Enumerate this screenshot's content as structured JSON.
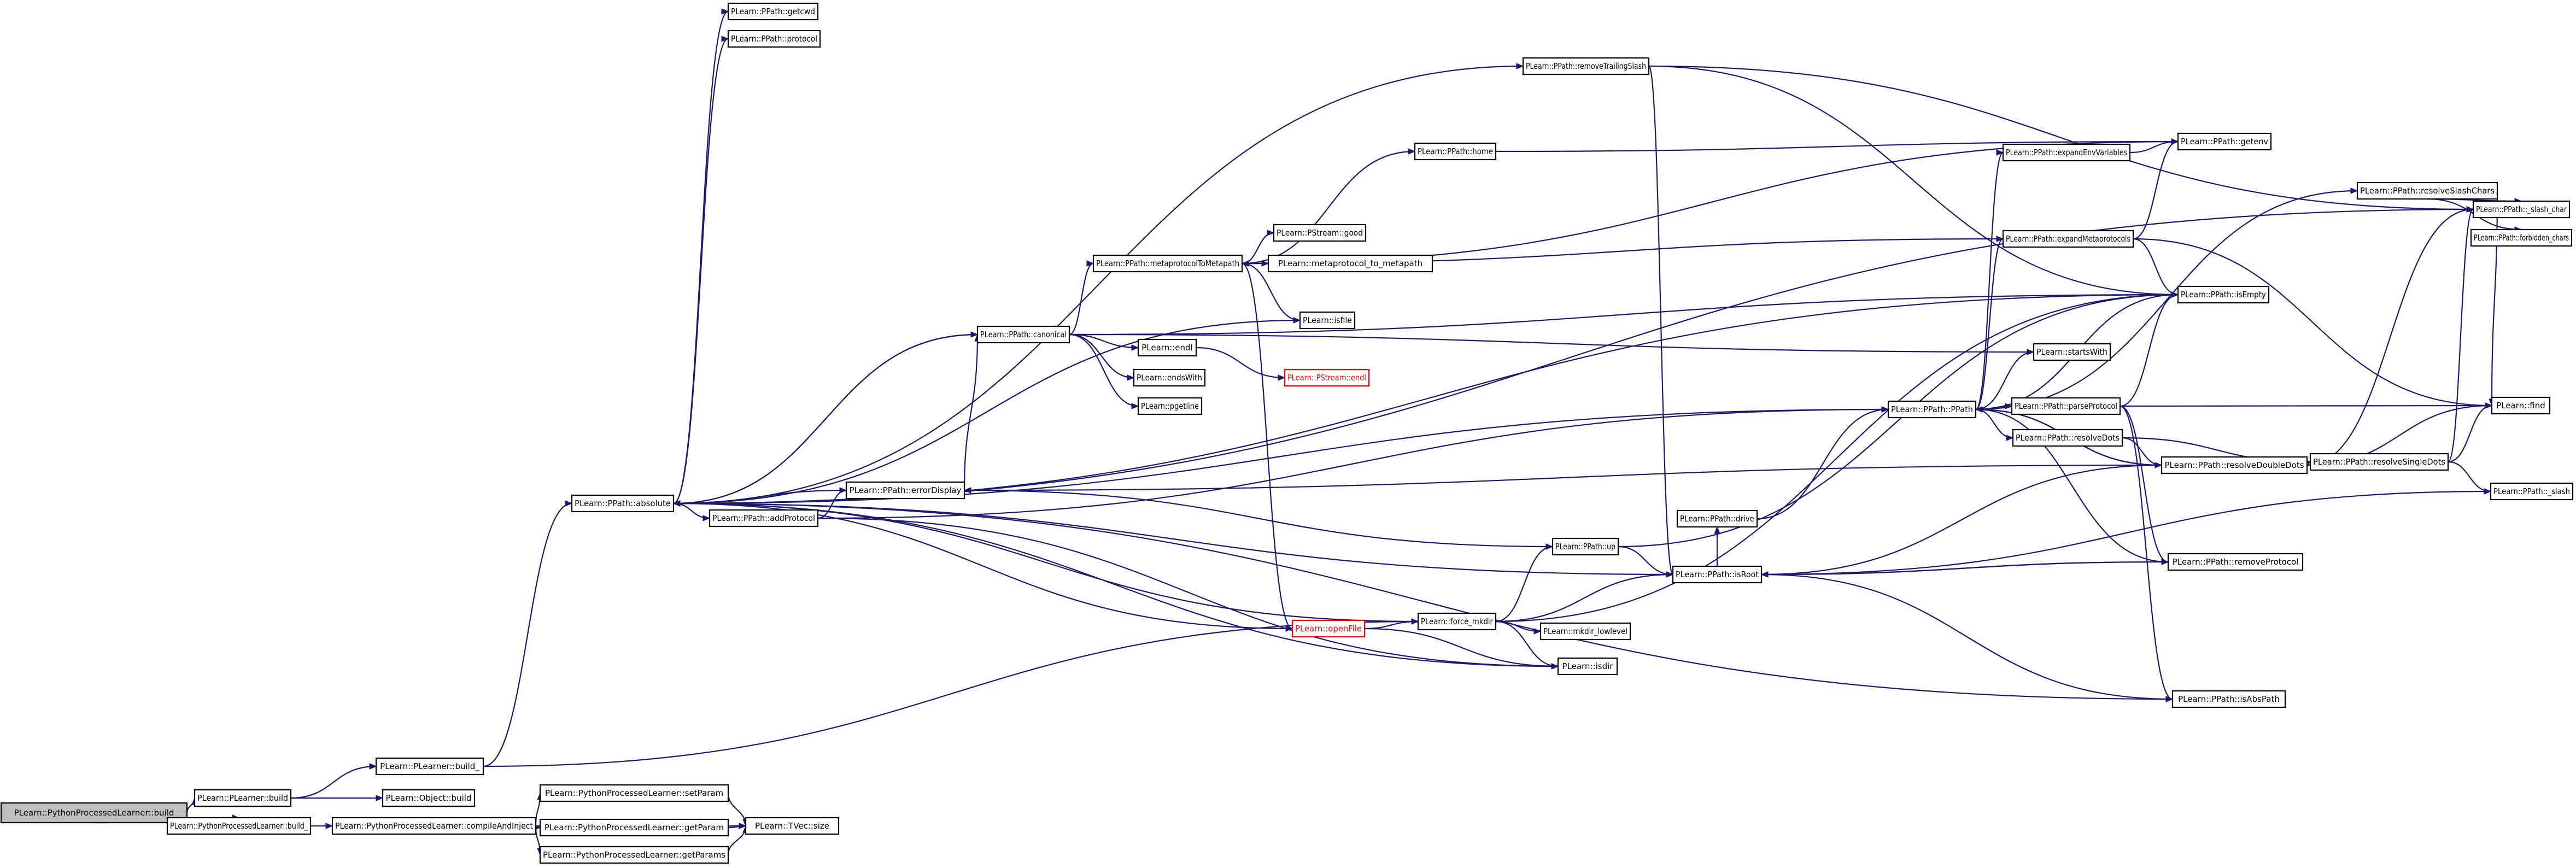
{
  "colors": {
    "edge": "#191970",
    "node_border": "#000000",
    "root_fill": "#bfbfbf",
    "highlight_border": "#ff0000"
  },
  "nodes": [
    {
      "id": "n_root",
      "label": "PLearn::PythonProcessedLearner::build",
      "root": true
    },
    {
      "id": "n_pl_build",
      "label": "PLearn::PLearner::build"
    },
    {
      "id": "n_ppl_build_",
      "label": "PLearn::PythonProcessedLearner::build_"
    },
    {
      "id": "n_pl_build_",
      "label": "PLearn::PLearner::build_"
    },
    {
      "id": "n_obj_build",
      "label": "PLearn::Object::build"
    },
    {
      "id": "n_compile",
      "label": "PLearn::PythonProcessedLearner::compileAndInject"
    },
    {
      "id": "n_setparam",
      "label": "PLearn::PythonProcessedLearner::setParam"
    },
    {
      "id": "n_getparam",
      "label": "PLearn::PythonProcessedLearner::getParam"
    },
    {
      "id": "n_getparams",
      "label": "PLearn::PythonProcessedLearner::getParams"
    },
    {
      "id": "n_tvec_size",
      "label": "PLearn::TVec::size"
    },
    {
      "id": "n_absolute",
      "label": "PLearn::PPath::absolute"
    },
    {
      "id": "n_getcwd",
      "label": "PLearn::PPath::getcwd"
    },
    {
      "id": "n_protocol",
      "label": "PLearn::PPath::protocol"
    },
    {
      "id": "n_removetrailing",
      "label": "PLearn::PPath::removeTrailingSlash"
    },
    {
      "id": "n_home",
      "label": "PLearn::PPath::home"
    },
    {
      "id": "n_meta2path",
      "label": "PLearn::PPath::metaprotocolToMetapath"
    },
    {
      "id": "n_pstream_good",
      "label": "PLearn::PStream::good"
    },
    {
      "id": "n_meta_to_path",
      "label": "PLearn::metaprotocol_to_metapath"
    },
    {
      "id": "n_isfile",
      "label": "PLearn::isfile"
    },
    {
      "id": "n_canonical",
      "label": "PLearn::PPath::canonical"
    },
    {
      "id": "n_endl",
      "label": "PLearn::endl"
    },
    {
      "id": "n_pstream_endl",
      "label": "PLearn::PStream::endl",
      "red": true
    },
    {
      "id": "n_endswith",
      "label": "PLearn::endsWith"
    },
    {
      "id": "n_pgetline",
      "label": "PLearn::pgetline"
    },
    {
      "id": "n_errordisplay",
      "label": "PLearn::PPath::errorDisplay"
    },
    {
      "id": "n_addprotocol",
      "label": "PLearn::PPath::addProtocol"
    },
    {
      "id": "n_up",
      "label": "PLearn::PPath::up"
    },
    {
      "id": "n_openfile",
      "label": "PLearn::openFile",
      "red": true
    },
    {
      "id": "n_force_mkdir",
      "label": "PLearn::force_mkdir"
    },
    {
      "id": "n_mkdir_lowlevel",
      "label": "PLearn::mkdir_lowlevel"
    },
    {
      "id": "n_isdir",
      "label": "PLearn::isdir"
    },
    {
      "id": "n_drive",
      "label": "PLearn::PPath::drive"
    },
    {
      "id": "n_isroot",
      "label": "PLearn::PPath::isRoot"
    },
    {
      "id": "n_ppath",
      "label": "PLearn::PPath::PPath"
    },
    {
      "id": "n_expandenv",
      "label": "PLearn::PPath::expandEnvVariables"
    },
    {
      "id": "n_expandmeta",
      "label": "PLearn::PPath::expandMetaprotocols"
    },
    {
      "id": "n_startswith",
      "label": "PLearn::startsWith"
    },
    {
      "id": "n_parseprotocol",
      "label": "PLearn::PPath::parseProtocol"
    },
    {
      "id": "n_resolvedots",
      "label": "PLearn::PPath::resolveDots"
    },
    {
      "id": "n_resolvedouble",
      "label": "PLearn::PPath::resolveDoubleDots"
    },
    {
      "id": "n_removeprotocol",
      "label": "PLearn::PPath::removeProtocol"
    },
    {
      "id": "n_isabspath",
      "label": "PLearn::PPath::isAbsPath"
    },
    {
      "id": "n_getenv",
      "label": "PLearn::PPath::getenv"
    },
    {
      "id": "n_isempty",
      "label": "PLearn::PPath::isEmpty"
    },
    {
      "id": "n_resolveslash",
      "label": "PLearn::PPath::resolveSlashChars"
    },
    {
      "id": "n_resolvesingle",
      "label": "PLearn::PPath::resolveSingleDots"
    },
    {
      "id": "n_slash_char",
      "label": "PLearn::PPath::_slash_char"
    },
    {
      "id": "n_forbidden",
      "label": "PLearn::PPath::forbidden_chars"
    },
    {
      "id": "n_find",
      "label": "PLearn::find"
    },
    {
      "id": "n_slash",
      "label": "PLearn::PPath::_slash"
    }
  ],
  "edges": [
    [
      "n_root",
      "n_pl_build"
    ],
    [
      "n_root",
      "n_ppl_build_"
    ],
    [
      "n_pl_build",
      "n_obj_build"
    ],
    [
      "n_pl_build",
      "n_pl_build_"
    ],
    [
      "n_ppl_build_",
      "n_compile"
    ],
    [
      "n_compile",
      "n_setparam"
    ],
    [
      "n_compile",
      "n_getparam"
    ],
    [
      "n_compile",
      "n_getparams"
    ],
    [
      "n_compile",
      "n_tvec_size"
    ],
    [
      "n_setparam",
      "n_tvec_size"
    ],
    [
      "n_getparam",
      "n_tvec_size"
    ],
    [
      "n_getparams",
      "n_tvec_size"
    ],
    [
      "n_pl_build_",
      "n_absolute"
    ],
    [
      "n_pl_build_",
      "n_force_mkdir"
    ],
    [
      "n_absolute",
      "n_getcwd"
    ],
    [
      "n_absolute",
      "n_protocol"
    ],
    [
      "n_absolute",
      "n_removetrailing"
    ],
    [
      "n_absolute",
      "n_addprotocol"
    ],
    [
      "n_absolute",
      "n_isempty"
    ],
    [
      "n_absolute",
      "n_slash_char"
    ],
    [
      "n_absolute",
      "n_ppath"
    ],
    [
      "n_absolute",
      "n_isabspath"
    ],
    [
      "n_absolute",
      "n_canonical"
    ],
    [
      "n_removetrailing",
      "n_slash_char"
    ],
    [
      "n_removetrailing",
      "n_isempty"
    ],
    [
      "n_removetrailing",
      "n_isroot"
    ],
    [
      "n_home",
      "n_getenv"
    ],
    [
      "n_meta2path",
      "n_home"
    ],
    [
      "n_meta2path",
      "n_pstream_good"
    ],
    [
      "n_meta2path",
      "n_meta_to_path"
    ],
    [
      "n_meta2path",
      "n_isfile"
    ],
    [
      "n_meta2path",
      "n_openfile"
    ],
    [
      "n_meta2path",
      "n_getenv"
    ],
    [
      "n_canonical",
      "n_meta2path"
    ],
    [
      "n_canonical",
      "n_endl"
    ],
    [
      "n_canonical",
      "n_endswith"
    ],
    [
      "n_canonical",
      "n_pgetline"
    ],
    [
      "n_canonical",
      "n_startswith"
    ],
    [
      "n_canonical",
      "n_isempty"
    ],
    [
      "n_canonical",
      "n_absolute"
    ],
    [
      "n_endl",
      "n_pstream_endl"
    ],
    [
      "n_errordisplay",
      "n_canonical"
    ],
    [
      "n_errordisplay",
      "n_absolute"
    ],
    [
      "n_isfile",
      "n_absolute"
    ],
    [
      "n_addprotocol",
      "n_errordisplay"
    ],
    [
      "n_addprotocol",
      "n_isdir"
    ],
    [
      "n_addprotocol",
      "n_ppath"
    ],
    [
      "n_up",
      "n_errordisplay"
    ],
    [
      "n_up",
      "n_isempty"
    ],
    [
      "n_up",
      "n_isroot"
    ],
    [
      "n_force_mkdir",
      "n_absolute"
    ],
    [
      "n_force_mkdir",
      "n_up"
    ],
    [
      "n_force_mkdir",
      "n_isroot"
    ],
    [
      "n_force_mkdir",
      "n_mkdir_lowlevel"
    ],
    [
      "n_force_mkdir",
      "n_isdir"
    ],
    [
      "n_force_mkdir",
      "n_isempty"
    ],
    [
      "n_openfile",
      "n_absolute"
    ],
    [
      "n_openfile",
      "n_force_mkdir"
    ],
    [
      "n_openfile",
      "n_isdir"
    ],
    [
      "n_isdir",
      "n_absolute"
    ],
    [
      "n_isroot",
      "n_drive"
    ],
    [
      "n_isroot",
      "n_removeprotocol"
    ],
    [
      "n_isroot",
      "n_absolute"
    ],
    [
      "n_isroot",
      "n_isabspath"
    ],
    [
      "n_isroot",
      "n_slash"
    ],
    [
      "n_drive",
      "n_ppath"
    ],
    [
      "n_ppath",
      "n_expandenv"
    ],
    [
      "n_ppath",
      "n_expandmeta"
    ],
    [
      "n_ppath",
      "n_startswith"
    ],
    [
      "n_ppath",
      "n_parseprotocol"
    ],
    [
      "n_ppath",
      "n_resolvedots"
    ],
    [
      "n_ppath",
      "n_resolveslash"
    ],
    [
      "n_ppath",
      "n_isempty"
    ],
    [
      "n_ppath",
      "n_resolvedouble"
    ],
    [
      "n_expandenv",
      "n_getenv"
    ],
    [
      "n_expandmeta",
      "n_getenv"
    ],
    [
      "n_expandmeta",
      "n_isempty"
    ],
    [
      "n_expandmeta",
      "n_find"
    ],
    [
      "n_expandmeta",
      "n_meta2path"
    ],
    [
      "n_parseprotocol",
      "n_isempty"
    ],
    [
      "n_parseprotocol",
      "n_find"
    ],
    [
      "n_parseprotocol",
      "n_removeprotocol"
    ],
    [
      "n_parseprotocol",
      "n_isabspath"
    ],
    [
      "n_resolvedots",
      "n_resolvedouble"
    ],
    [
      "n_resolvedots",
      "n_resolvesingle"
    ],
    [
      "n_resolvedouble",
      "n_slash_char"
    ],
    [
      "n_resolvedouble",
      "n_find"
    ],
    [
      "n_resolvedouble",
      "n_resolvesingle"
    ],
    [
      "n_resolvedouble",
      "n_errordisplay"
    ],
    [
      "n_resolvedouble",
      "n_isroot"
    ],
    [
      "n_resolvedouble",
      "n_ppath"
    ],
    [
      "n_resolvesingle",
      "n_find"
    ],
    [
      "n_resolvesingle",
      "n_slash"
    ],
    [
      "n_resolvesingle",
      "n_slash_char"
    ],
    [
      "n_removeprotocol",
      "n_ppath"
    ],
    [
      "n_removeprotocol",
      "n_isroot"
    ],
    [
      "n_resolveslash",
      "n_slash_char"
    ],
    [
      "n_resolveslash",
      "n_forbidden"
    ],
    [
      "n_resolveslash",
      "n_find"
    ]
  ]
}
